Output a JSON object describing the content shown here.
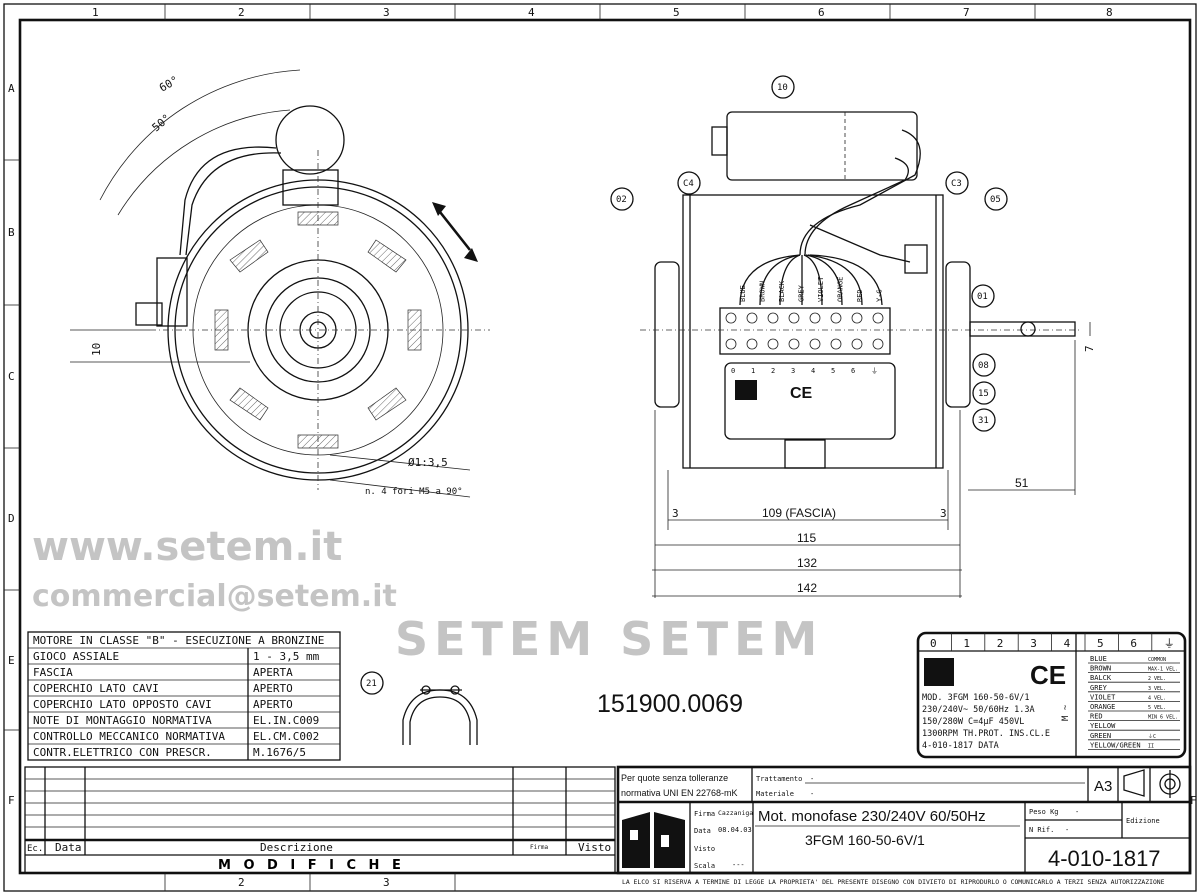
{
  "frame": {
    "columns": [
      "1",
      "2",
      "3",
      "4",
      "5",
      "6",
      "7",
      "8"
    ],
    "rows": [
      "A",
      "B",
      "C",
      "D",
      "E",
      "F"
    ]
  },
  "balloons": [
    "10",
    "C4",
    "02",
    "C3",
    "05",
    "01",
    "08",
    "15",
    "31",
    "21"
  ],
  "dimensions": {
    "angle_60": "60°",
    "angle_50": "50°",
    "offset_10": "10",
    "hole_dia": "Ø1:3,5",
    "holes_note": "n. 4 fori M5 a 90°",
    "fascia": "109  (FASCIA)",
    "d115": "115",
    "d132": "132",
    "d142": "142",
    "d51": "51",
    "d3_left": "3",
    "d3_right": "3",
    "d7": "7"
  },
  "wire_labels": [
    "BLUE",
    "BROWN",
    "BLACK",
    "GREY",
    "VIOLET",
    "ORANGE",
    "RED",
    "Y-G"
  ],
  "spec_table": {
    "title": "MOTORE IN CLASSE \"B\" - ESECUZIONE A BRONZINE",
    "rows": [
      {
        "label": "GIOCO ASSIALE",
        "value": "1 - 3,5 mm"
      },
      {
        "label": "FASCIA",
        "value": "APERTA"
      },
      {
        "label": "COPERCHIO LATO CAVI",
        "value": "APERTO"
      },
      {
        "label": "COPERCHIO LATO OPPOSTO CAVI",
        "value": "APERTO"
      },
      {
        "label": "NOTE DI MONTAGGIO NORMATIVA",
        "value": "EL.IN.C009"
      },
      {
        "label": "CONTROLLO MECCANICO NORMATIVA",
        "value": "EL.CM.C002"
      },
      {
        "label": "CONTR.ELETTRICO CON PRESCR.",
        "value": "M.1676/5"
      }
    ]
  },
  "part_number": "151900.0069",
  "nameplate": {
    "terminals": [
      "0",
      "1",
      "2",
      "3",
      "4",
      "5",
      "6",
      "⏚"
    ],
    "ce": "CE",
    "lines": [
      "MOD. 3FGM 160-50-6V/1",
      "230/240V~   50/60Hz   1.3A",
      "150/280W    C=4µF   450VL",
      "1300RPM  TH.PROT. INS.CL.E",
      "4-010-1817             DATA"
    ],
    "motor_symbol": "M\n~",
    "wires": [
      {
        "color": "BLUE",
        "func": "COMMON"
      },
      {
        "color": "BROWN",
        "func": "MAX-1 VEL."
      },
      {
        "color": "BALCK",
        "func": "2 VEL."
      },
      {
        "color": "GREY",
        "func": "3 VEL."
      },
      {
        "color": "VIOLET",
        "func": "4 VEL."
      },
      {
        "color": "ORANGE",
        "func": "5 VEL."
      },
      {
        "color": "RED",
        "func": "MIN 6 VEL."
      },
      {
        "color": "YELLOW",
        "func": ""
      },
      {
        "color": "GREEN",
        "func": "⏚C"
      },
      {
        "color": "YELLOW/GREEN",
        "func": "II"
      }
    ]
  },
  "revisions": {
    "headers": [
      "Ec.",
      "Data",
      "Descrizione",
      "Firma",
      "Visto"
    ],
    "title": "M O D I F I C H E"
  },
  "title_block": {
    "tolerance_line1": "Per quote senza tolleranze",
    "tolerance_line2": "normativa UNI EN 22768-mK",
    "trattamento_label": "Trattamento",
    "trattamento": "-",
    "materiale_label": "Materiale",
    "materiale": "-",
    "format": "A3",
    "firma_label": "Firma",
    "firma": "Cazzaniga",
    "data_label": "Data",
    "data": "08.04.03",
    "visto_label": "Visto",
    "scala_label": "Scala",
    "scala": "---",
    "description": "Mot. monofase 230/240V 60/50Hz",
    "model": "3FGM 160-50-6V/1",
    "peso_label": "Peso Kg",
    "peso": "-",
    "rif_label": "N Rif.",
    "rif": "-",
    "edizione_label": "Edizione",
    "drawing_number": "4-010-1817",
    "footer": "LA ELCO SI RISERVA A TERMINE DI LEGGE LA PROPRIETA' DEL PRESENTE DISEGNO CON DIVIETO DI RIPRODURLO O COMUNICARLO A TERZI SENZA AUTORIZZAZIONE"
  },
  "watermark": {
    "url": "www.setem.it",
    "brand": "SETEM SETEM",
    "email": "commercial@setem.it"
  }
}
